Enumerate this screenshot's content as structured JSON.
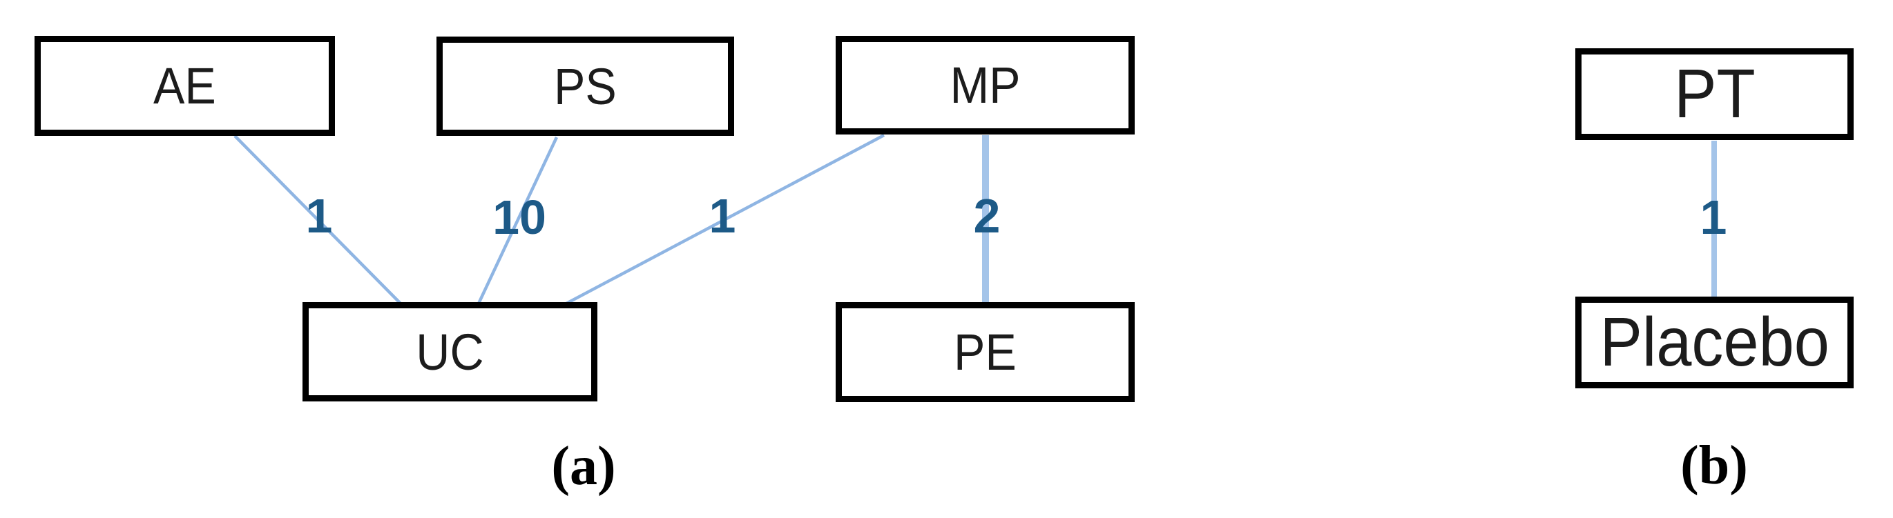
{
  "figure": {
    "background": "#FFFFFF",
    "colors": {
      "edge_line": "#8FB5E3",
      "edge_label": "#1D5A87",
      "node_border": "#000000",
      "node_text": "#1C1C1C",
      "caption_text": "#000000"
    },
    "panels": [
      {
        "caption": "(a)",
        "nodes": [
          {
            "id": "AE",
            "label": "AE"
          },
          {
            "id": "PS",
            "label": "PS"
          },
          {
            "id": "MP",
            "label": "MP"
          },
          {
            "id": "UC",
            "label": "UC"
          },
          {
            "id": "PE",
            "label": "PE"
          }
        ],
        "edges": [
          {
            "from": "AE",
            "to": "UC",
            "weight": "1"
          },
          {
            "from": "PS",
            "to": "UC",
            "weight": "10"
          },
          {
            "from": "MP",
            "to": "UC",
            "weight": "1"
          },
          {
            "from": "MP",
            "to": "PE",
            "weight": "2"
          }
        ]
      },
      {
        "caption": "(b)",
        "nodes": [
          {
            "id": "PT",
            "label": "PT"
          },
          {
            "id": "Placebo",
            "label": "Placebo"
          }
        ],
        "edges": [
          {
            "from": "PT",
            "to": "Placebo",
            "weight": "1"
          }
        ]
      }
    ]
  }
}
